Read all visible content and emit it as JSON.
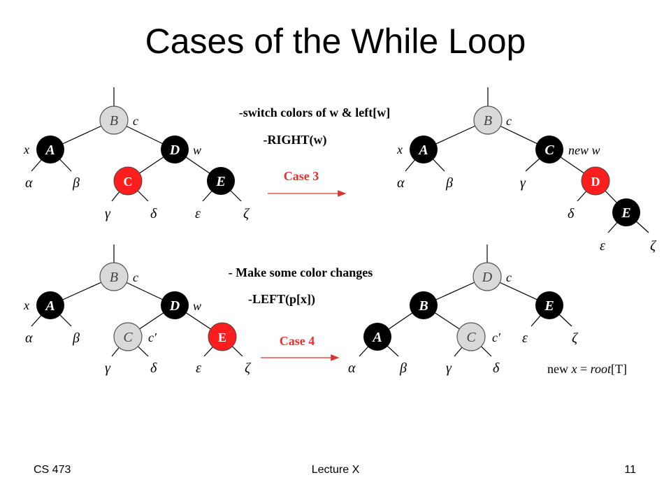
{
  "title": "Cases of the While Loop",
  "footer": {
    "course": "CS 473",
    "lecture": "Lecture X",
    "page": "11"
  },
  "colors": {
    "black_node": "#000000",
    "gray_node": "#d9d9d9",
    "red_node": "#ff1e1e",
    "arrow": "#e03030",
    "case_label": "#e83030"
  },
  "case3": {
    "label": "Case 3",
    "steps": [
      "-switch colors of w & left[w]",
      "-RIGHT(w)"
    ],
    "before": {
      "nodes": [
        {
          "key": "B",
          "color": "gray",
          "italic": true,
          "note": "c"
        },
        {
          "key": "A",
          "color": "black",
          "italic": true,
          "note": "x"
        },
        {
          "key": "D",
          "color": "black",
          "italic": true,
          "note": "w"
        },
        {
          "key": "C",
          "color": "red",
          "italic": false,
          "note": ""
        },
        {
          "key": "E",
          "color": "black",
          "italic": true,
          "note": ""
        }
      ],
      "subtrees": [
        "α",
        "β",
        "γ",
        "δ",
        "ε",
        "ζ"
      ]
    },
    "after": {
      "nodes": [
        {
          "key": "B",
          "color": "gray",
          "italic": true,
          "note": "c"
        },
        {
          "key": "A",
          "color": "black",
          "italic": true,
          "note": "x"
        },
        {
          "key": "C",
          "color": "black",
          "italic": true,
          "note": "new w"
        },
        {
          "key": "D",
          "color": "red",
          "italic": false,
          "note": ""
        },
        {
          "key": "E",
          "color": "black",
          "italic": true,
          "note": ""
        }
      ],
      "subtrees": [
        "α",
        "β",
        "γ",
        "δ",
        "ε",
        "ζ"
      ]
    }
  },
  "case4": {
    "label": "Case 4",
    "steps": [
      "- Make some color changes",
      "-LEFT(p[x])"
    ],
    "before": {
      "nodes": [
        {
          "key": "B",
          "color": "gray",
          "italic": true,
          "note": "c"
        },
        {
          "key": "A",
          "color": "black",
          "italic": true,
          "note": "x"
        },
        {
          "key": "D",
          "color": "black",
          "italic": true,
          "note": "w"
        },
        {
          "key": "C",
          "color": "gray",
          "italic": true,
          "note": "c′"
        },
        {
          "key": "E",
          "color": "red",
          "italic": false,
          "note": ""
        }
      ],
      "subtrees": [
        "α",
        "β",
        "γ",
        "δ",
        "ε",
        "ζ"
      ]
    },
    "after": {
      "nodes": [
        {
          "key": "D",
          "color": "gray",
          "italic": true,
          "note": "c"
        },
        {
          "key": "B",
          "color": "black",
          "italic": true,
          "note": ""
        },
        {
          "key": "E",
          "color": "black",
          "italic": true,
          "note": ""
        },
        {
          "key": "A",
          "color": "black",
          "italic": true,
          "note": ""
        },
        {
          "key": "C",
          "color": "gray",
          "italic": true,
          "note": "c′"
        }
      ],
      "subtrees": [
        "α",
        "β",
        "γ",
        "δ",
        "ε",
        "ζ"
      ],
      "caption_prefix": "new ",
      "caption_var": "x",
      "caption_eq": " = ",
      "caption_root": "root",
      "caption_arg": "[T]"
    }
  }
}
